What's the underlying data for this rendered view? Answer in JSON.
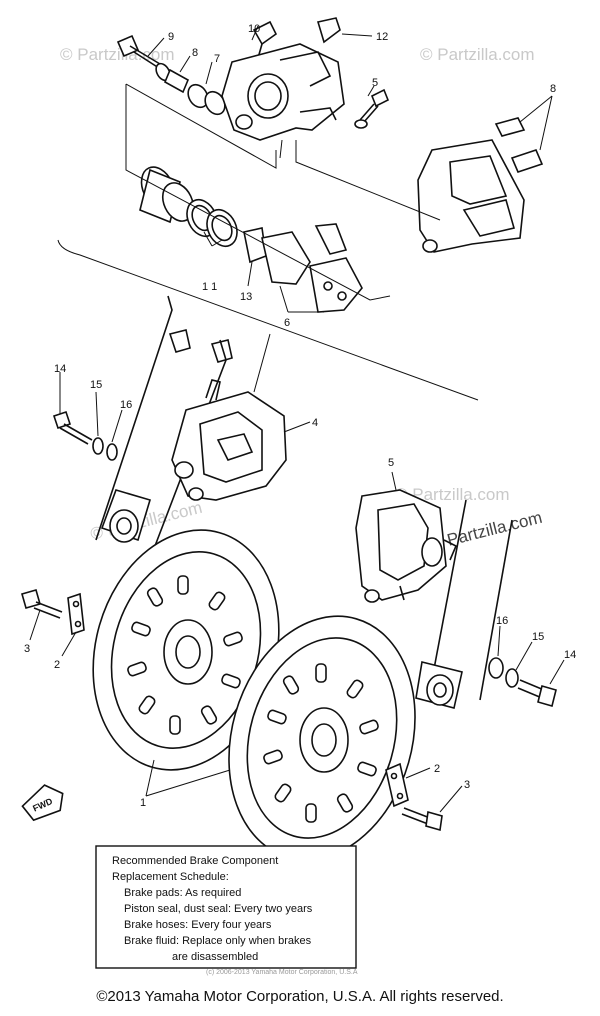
{
  "callouts": {
    "c10": "10",
    "c12": "12",
    "c9": "9",
    "c8a": "8",
    "c7": "7",
    "c8b": "8",
    "c5a": "5",
    "c11": "1 1",
    "c13": "13",
    "c6": "6",
    "c14a": "14",
    "c15a": "15",
    "c16a": "16",
    "c4": "4",
    "c5b": "5",
    "c3a": "3",
    "c2a": "2",
    "c16b": "16",
    "c15b": "15",
    "c14b": "14",
    "c2b": "2",
    "c3b": "3",
    "c1": "1"
  },
  "fwd_label": "FWD",
  "watermarks": {
    "w1": "© Partzilla.com",
    "w2": "© Partzilla.com",
    "w3": "© Partzilla.com",
    "w4": "© Partzilla.com",
    "w5": "© Partzilla.com"
  },
  "note": {
    "title": "Recommended Brake Component",
    "subtitle": "Replacement Schedule:",
    "lines": [
      "Brake pads: As required",
      "Piston seal, dust seal: Every two years",
      "Brake hoses: Every four years",
      "Brake fluid: Replace only when brakes",
      "are disassembled"
    ]
  },
  "small_copyright": "(c) 2006-2013 Yamaha Motor Corporation, U.S.A",
  "copyright": "©2013 Yamaha Motor Corporation, U.S.A. All rights reserved."
}
